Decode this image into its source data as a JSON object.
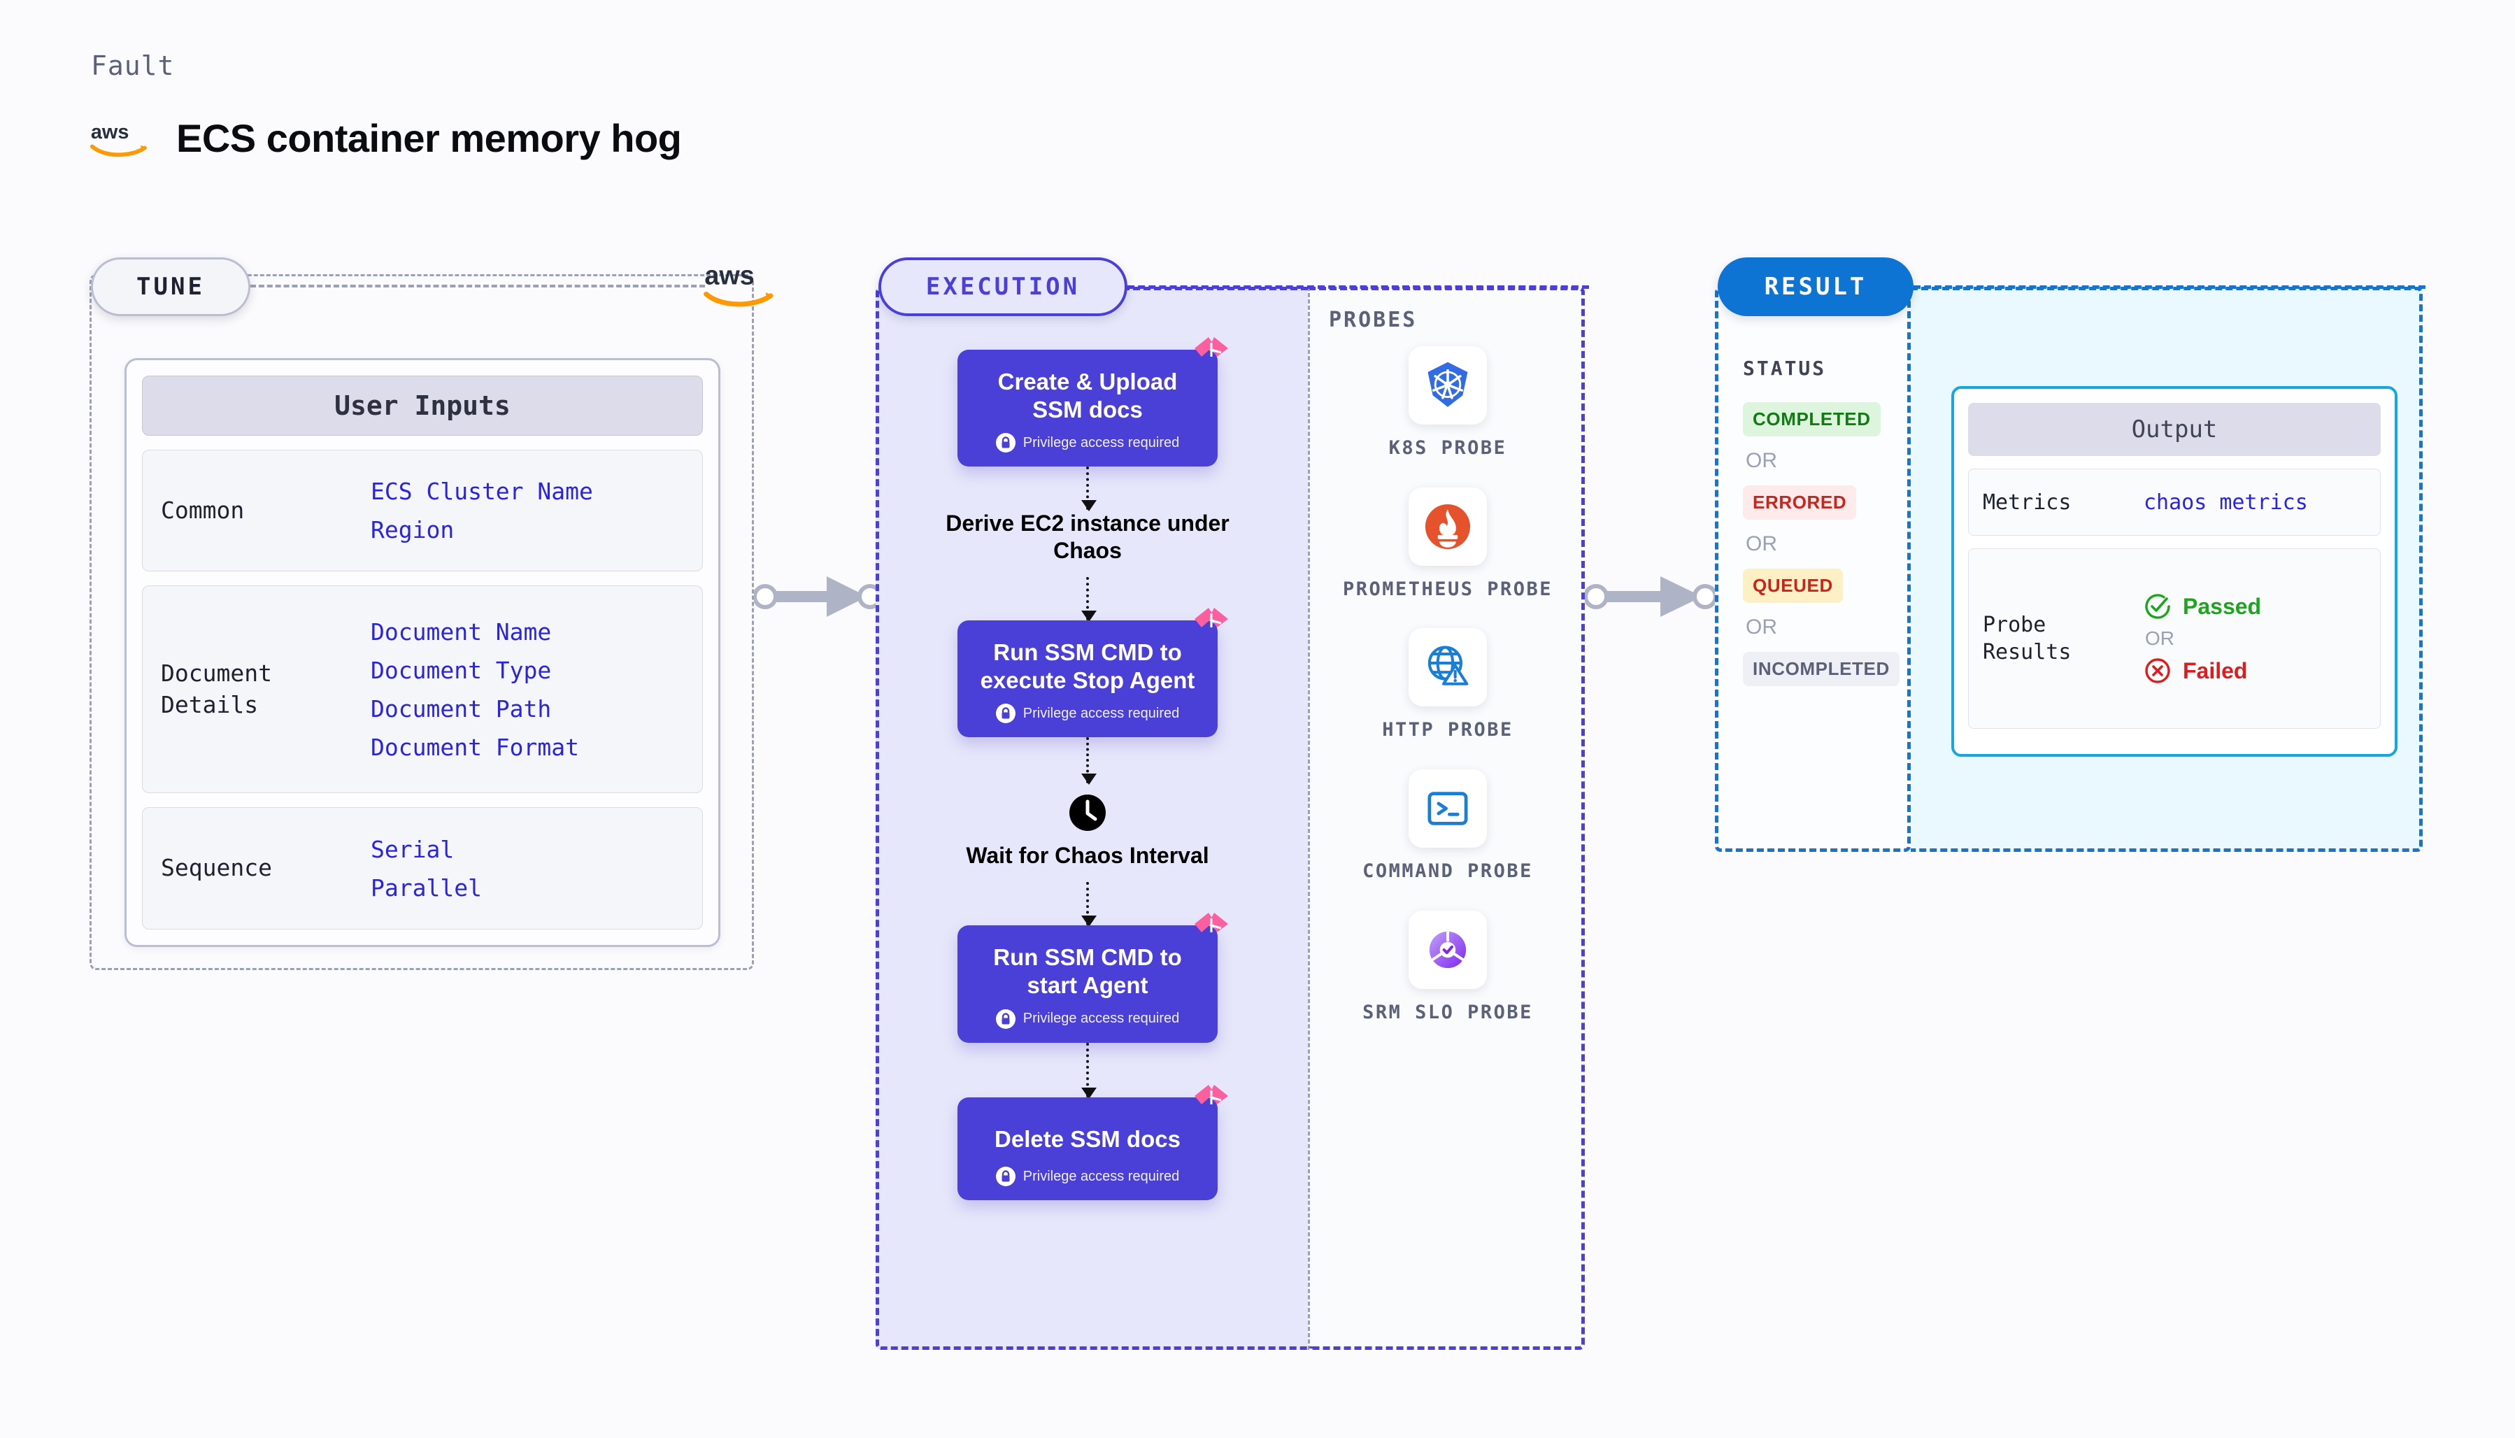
{
  "header": {
    "kicker": "Fault",
    "title": "ECS container memory hog",
    "logo_icon": "aws-logo"
  },
  "tune": {
    "pill_label": "TUNE",
    "logo_icon": "aws-logo",
    "card": {
      "head": "User Inputs",
      "rows": [
        {
          "label": "Common",
          "values": [
            "ECS Cluster Name",
            "Region"
          ]
        },
        {
          "label": "Document\nDetails",
          "values": [
            "Document Name",
            "Document Type",
            "Document Path",
            "Document Format"
          ]
        },
        {
          "label": "Sequence",
          "values": [
            "Serial",
            "Parallel"
          ]
        }
      ]
    }
  },
  "execution": {
    "pill_label": "EXECUTION",
    "privilege_note": "Privilege access required",
    "nodes": [
      {
        "type": "task",
        "title": "Create & Upload SSM docs",
        "privileged": true,
        "flag": true
      },
      {
        "type": "step",
        "title": "Derive EC2 instance under Chaos",
        "icon": ""
      },
      {
        "type": "task",
        "title": "Run SSM CMD to execute Stop Agent",
        "privileged": true,
        "flag": true
      },
      {
        "type": "step",
        "title": "Wait for Chaos Interval",
        "icon": "clock-icon"
      },
      {
        "type": "task",
        "title": "Run SSM CMD to start Agent",
        "privileged": true,
        "flag": true
      },
      {
        "type": "task",
        "title": "Delete SSM docs",
        "privileged": true,
        "flag": true
      }
    ]
  },
  "probes": {
    "title": "PROBES",
    "items": [
      {
        "label": "K8S PROBE",
        "icon": "kubernetes-icon"
      },
      {
        "label": "PROMETHEUS PROBE",
        "icon": "prometheus-icon"
      },
      {
        "label": "HTTP PROBE",
        "icon": "http-globe-icon"
      },
      {
        "label": "COMMAND PROBE",
        "icon": "terminal-icon"
      },
      {
        "label": "SRM SLO PROBE",
        "icon": "srm-slo-icon"
      }
    ]
  },
  "result": {
    "pill_label": "RESULT",
    "status_title": "STATUS",
    "or_label": "OR",
    "statuses": [
      {
        "label": "COMPLETED",
        "color": "#137a15",
        "bg": "#ddf5dc"
      },
      {
        "label": "ERRORED",
        "color": "#c8261c",
        "bg": "#fdeaea"
      },
      {
        "label": "QUEUED",
        "color": "#c8261c",
        "bg": "#fdf0c4"
      },
      {
        "label": "INCOMPLETED",
        "color": "#5b6178",
        "bg": "#eef0f5"
      }
    ],
    "output": {
      "head": "Output",
      "metrics_label": "Metrics",
      "metrics_value": "chaos metrics",
      "probe_label": "Probe\nResults",
      "passed": "Passed",
      "failed": "Failed",
      "or_label": "OR",
      "passed_icon": "check-circle-icon",
      "failed_icon": "x-circle-icon",
      "passed_color": "#1aa81a",
      "failed_color": "#e01b1b"
    }
  },
  "connectors": {
    "tune_to_execution": "arrow-right",
    "execution_to_result": "arrow-right"
  },
  "colors": {
    "indigo": "#4a3fd6",
    "blue": "#0d74d4",
    "cyan": "#18a6e0",
    "pink_flag": "#fb5f9e",
    "gray_dash": "#9aa1b5"
  }
}
